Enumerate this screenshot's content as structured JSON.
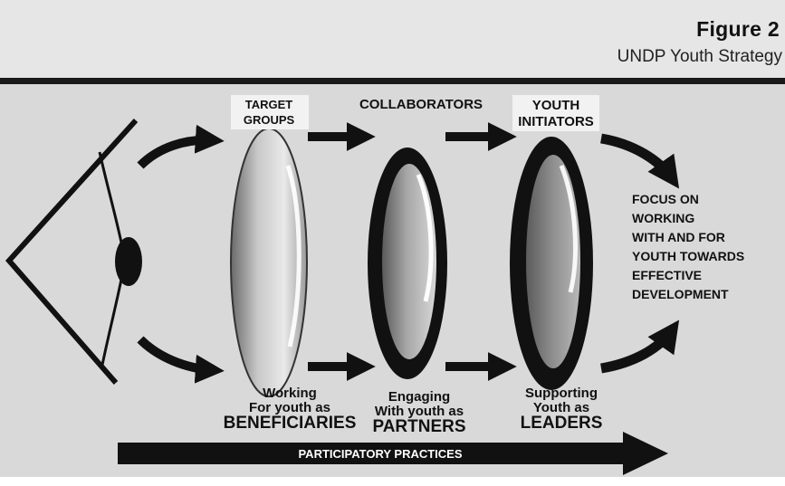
{
  "figure": {
    "label": "Figure 2",
    "title": "UNDP Youth Strategy"
  },
  "diagram": {
    "top_labels": {
      "target_groups": [
        "TARGET",
        "GROUPS"
      ],
      "collaborators": [
        "COLLABORATORS"
      ],
      "youth_initiators": [
        "YOUTH",
        "INITIATORS"
      ]
    },
    "bottom_labels": {
      "beneficiaries": [
        "Working",
        "For youth as",
        "BENEFICIARIES"
      ],
      "partners": [
        "Engaging",
        "With youth as",
        "PARTNERS"
      ],
      "leaders": [
        "Supporting",
        "Youth as",
        "LEADERS"
      ]
    },
    "focus_text": [
      "FOCUS ON",
      "WORKING",
      "WITH AND FOR",
      "YOUTH TOWARDS",
      "EFFECTIVE",
      "DEVELOPMENT"
    ],
    "bottom_arrow_label": "PARTICIPATORY PRACTICES"
  },
  "colors": {
    "header_bg": "#e6e6e6",
    "diagram_bg": "#d9d9d9",
    "ink": "#111111",
    "arrow_text": "#ffffff"
  }
}
